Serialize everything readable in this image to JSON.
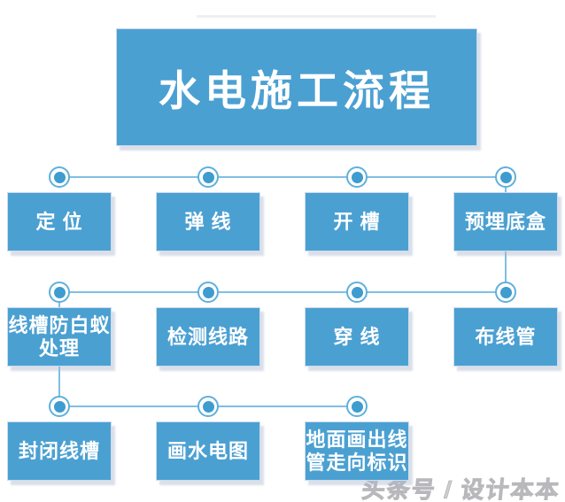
{
  "title": {
    "text": "水电施工流程"
  },
  "flow": {
    "rows": [
      {
        "items": [
          {
            "label": "定 位"
          },
          {
            "label": "弹 线"
          },
          {
            "label": "开 槽"
          },
          {
            "label": "预埋底盒"
          }
        ]
      },
      {
        "items": [
          {
            "label": "线槽防白蚁\n处理"
          },
          {
            "label": "检测线路"
          },
          {
            "label": "穿 线"
          },
          {
            "label": "布线管"
          }
        ]
      },
      {
        "items": [
          {
            "label": "封闭线槽"
          },
          {
            "label": "画水电图"
          },
          {
            "label": "地面画出线\n管走向标识"
          }
        ]
      }
    ]
  },
  "watermark": {
    "text": "头条号 / 设计本本"
  },
  "colors": {
    "box_fill": "#4BA0D2",
    "connector_line": "#7FBFE2",
    "node_dot": "#3F9CCF",
    "node_ring": "#5FB0DC",
    "title_text": "#FFFFFF",
    "watermark_gray": "#B7B7BC",
    "background": "#FFFFFF"
  }
}
